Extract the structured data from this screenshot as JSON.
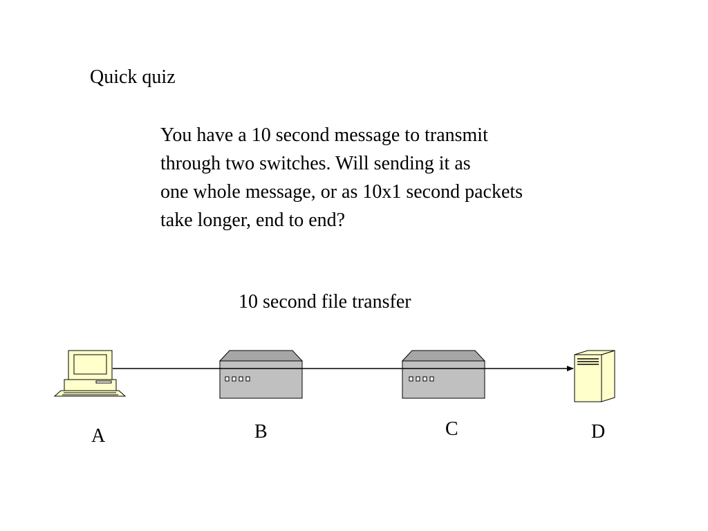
{
  "slide": {
    "title": "Quick quiz",
    "question_lines": [
      "You have a 10 second message to transmit",
      "through two switches. Will sending it as",
      "one whole message, or as 10x1 second packets",
      "take longer, end to end?"
    ]
  },
  "diagram": {
    "title": "10 second file transfer",
    "nodes": [
      {
        "id": "A",
        "label": "A",
        "kind": "desktop-computer-icon"
      },
      {
        "id": "B",
        "label": "B",
        "kind": "network-switch-icon"
      },
      {
        "id": "C",
        "label": "C",
        "kind": "network-switch-icon"
      },
      {
        "id": "D",
        "label": "D",
        "kind": "server-tower-icon"
      }
    ],
    "link": {
      "from": "A",
      "to": "D",
      "arrow": "end"
    },
    "colors": {
      "computer_fill": "#ffffcc",
      "switch_fill": "#c0c0c0",
      "switch_top_fill": "#a6a6a6",
      "server_fill": "#ffffcc",
      "line": "#000000"
    }
  }
}
